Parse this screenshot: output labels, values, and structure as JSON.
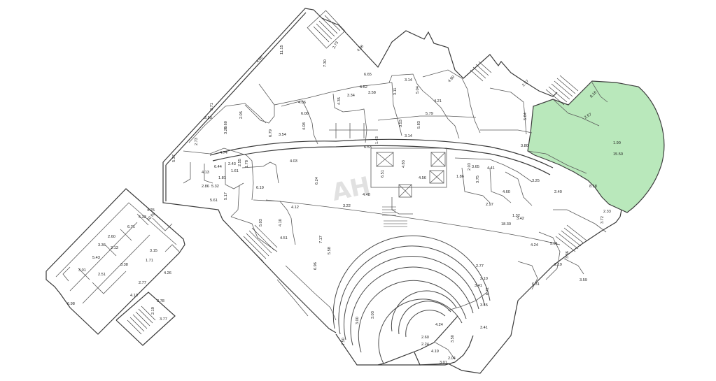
{
  "colors": {
    "wall": "#3a3a3a",
    "highlight_fill": "#b9e8bb",
    "highlight_stroke": "#3d3d3d",
    "watermark": "#bdbdbd"
  },
  "watermark": "AH",
  "highlight": {
    "labels": [
      "8.16",
      "3.57",
      "1.90",
      "15.50"
    ]
  },
  "dimensions": [
    "11.15",
    "7.30",
    "2.73",
    "4.96",
    "4.05",
    "6.65",
    "6.52",
    "3.34",
    "3.58",
    "4.35",
    "4.06",
    "3.14",
    "3.11",
    "5.04",
    "4.21",
    "4.90",
    "2.37",
    "5.79",
    "6.08",
    "6.60",
    "2.05",
    "8.71",
    "2.50",
    "3.29",
    "2.73",
    "5.37",
    "4.13",
    "6.44",
    "2.43",
    "1.61",
    "2.55",
    "1.81",
    "5.32",
    "2.86",
    "6.19",
    "4.74",
    "5.61",
    "1.78",
    "5.17",
    "4.03",
    "6.79",
    "3.54",
    "4.08",
    "3.53",
    "5.83",
    "3.14",
    "1.43",
    "5.64",
    "3.80",
    "6.53",
    "4.83",
    "6.51",
    "4.56",
    "4.48",
    "6.24",
    "3.22",
    "1.86",
    "2.03",
    "3.75",
    "4.60",
    "2.97",
    "3.25",
    "4.12",
    "5.03",
    "4.10",
    "4.51",
    "7.17",
    "5.58",
    "6.96",
    "3.65",
    "4.41",
    "1.32",
    "2.40",
    "8.18",
    "3.42",
    "18.30",
    "2.33",
    "3.72",
    "4.24",
    "2.77",
    "2.10",
    "3.41",
    "3.45",
    "6.72",
    "3.41",
    "4.24",
    "2.60",
    "2.24",
    "3.50",
    "3.00",
    "3.03",
    "7.50",
    "2.04",
    "4.19",
    "3.01",
    "6.31",
    "5.61",
    "2.19",
    "3.36",
    "3.59",
    "10.59",
    "4.25",
    "5.33",
    "6.71",
    "2.13",
    "2.60",
    "3.36",
    "5.43",
    "3.15",
    "1.71",
    "4.26",
    "3.78",
    "3.77",
    "2.19",
    "2.77",
    "4.13",
    "3.38",
    "2.51",
    "3.01",
    "6.98"
  ]
}
